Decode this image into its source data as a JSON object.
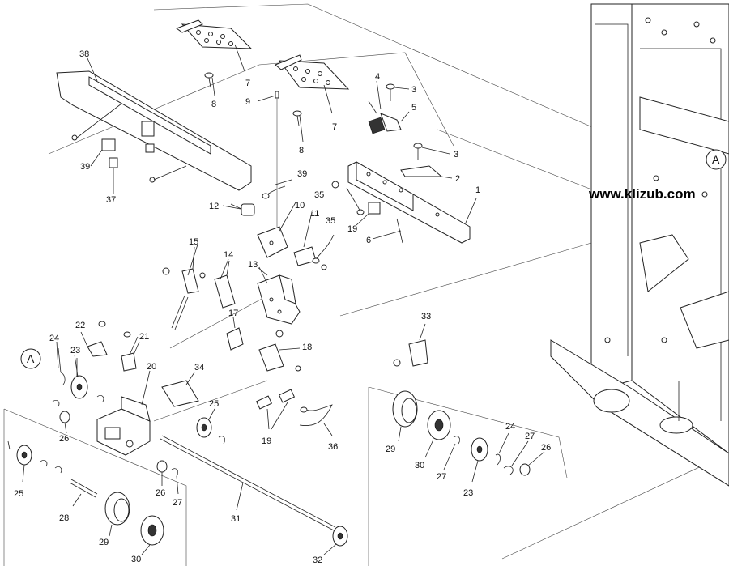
{
  "watermark": "www.klizub.com",
  "callouts": [
    "A",
    "A"
  ],
  "parts": [
    {
      "num": "1"
    },
    {
      "num": "2"
    },
    {
      "num": "3"
    },
    {
      "num": "3"
    },
    {
      "num": "4"
    },
    {
      "num": "5"
    },
    {
      "num": "6"
    },
    {
      "num": "7"
    },
    {
      "num": "7"
    },
    {
      "num": "8"
    },
    {
      "num": "8"
    },
    {
      "num": "9"
    },
    {
      "num": "10"
    },
    {
      "num": "11"
    },
    {
      "num": "12"
    },
    {
      "num": "13"
    },
    {
      "num": "14"
    },
    {
      "num": "15"
    },
    {
      "num": "17"
    },
    {
      "num": "18"
    },
    {
      "num": "19"
    },
    {
      "num": "19"
    },
    {
      "num": "20"
    },
    {
      "num": "21"
    },
    {
      "num": "22"
    },
    {
      "num": "23"
    },
    {
      "num": "23"
    },
    {
      "num": "24"
    },
    {
      "num": "24"
    },
    {
      "num": "25"
    },
    {
      "num": "25"
    },
    {
      "num": "26"
    },
    {
      "num": "26"
    },
    {
      "num": "26"
    },
    {
      "num": "27"
    },
    {
      "num": "27"
    },
    {
      "num": "27"
    },
    {
      "num": "28"
    },
    {
      "num": "29"
    },
    {
      "num": "29"
    },
    {
      "num": "30"
    },
    {
      "num": "30"
    },
    {
      "num": "31"
    },
    {
      "num": "32"
    },
    {
      "num": "33"
    },
    {
      "num": "34"
    },
    {
      "num": "35"
    },
    {
      "num": "35"
    },
    {
      "num": "36"
    },
    {
      "num": "37"
    },
    {
      "num": "38"
    },
    {
      "num": "39"
    },
    {
      "num": "39"
    }
  ]
}
